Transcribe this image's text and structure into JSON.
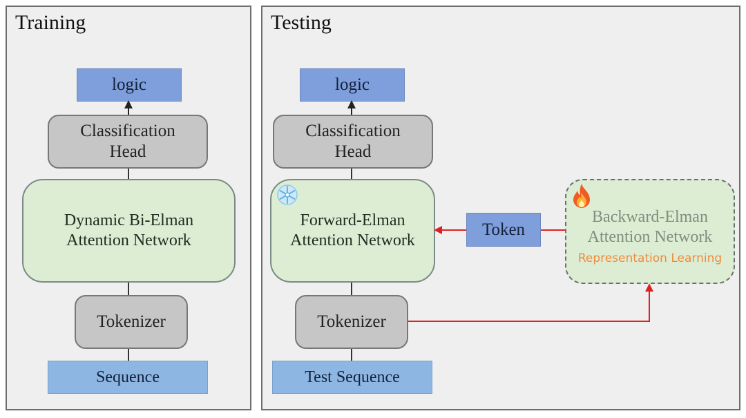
{
  "training": {
    "title": "Training",
    "logic": "logic",
    "head_line1": "Classification",
    "head_line2": "Head",
    "network_line1": "Dynamic Bi-Elman",
    "network_line2": "Attention Network",
    "tokenizer": "Tokenizer",
    "sequence": "Sequence"
  },
  "testing": {
    "title": "Testing",
    "logic": "logic",
    "head_line1": "Classification",
    "head_line2": "Head",
    "forward_line1": "Forward-Elman",
    "forward_line2": "Attention Network",
    "forward_icon": "snowflake-frozen-icon",
    "token": "Token",
    "backward_line1": "Backward-Elman",
    "backward_line2": "Attention Network",
    "backward_icon": "fire-trainable-icon",
    "backward_caption": "Representation Learning",
    "tokenizer": "Tokenizer",
    "sequence": "Test Sequence"
  },
  "colors": {
    "arrow_red": "#e02020",
    "logic_blue": "#7f9fdc",
    "sequence_blue": "#8db6e3",
    "network_green": "#dcedd4",
    "module_gray": "#c6c6c6",
    "caption_orange": "#f08a3a"
  }
}
